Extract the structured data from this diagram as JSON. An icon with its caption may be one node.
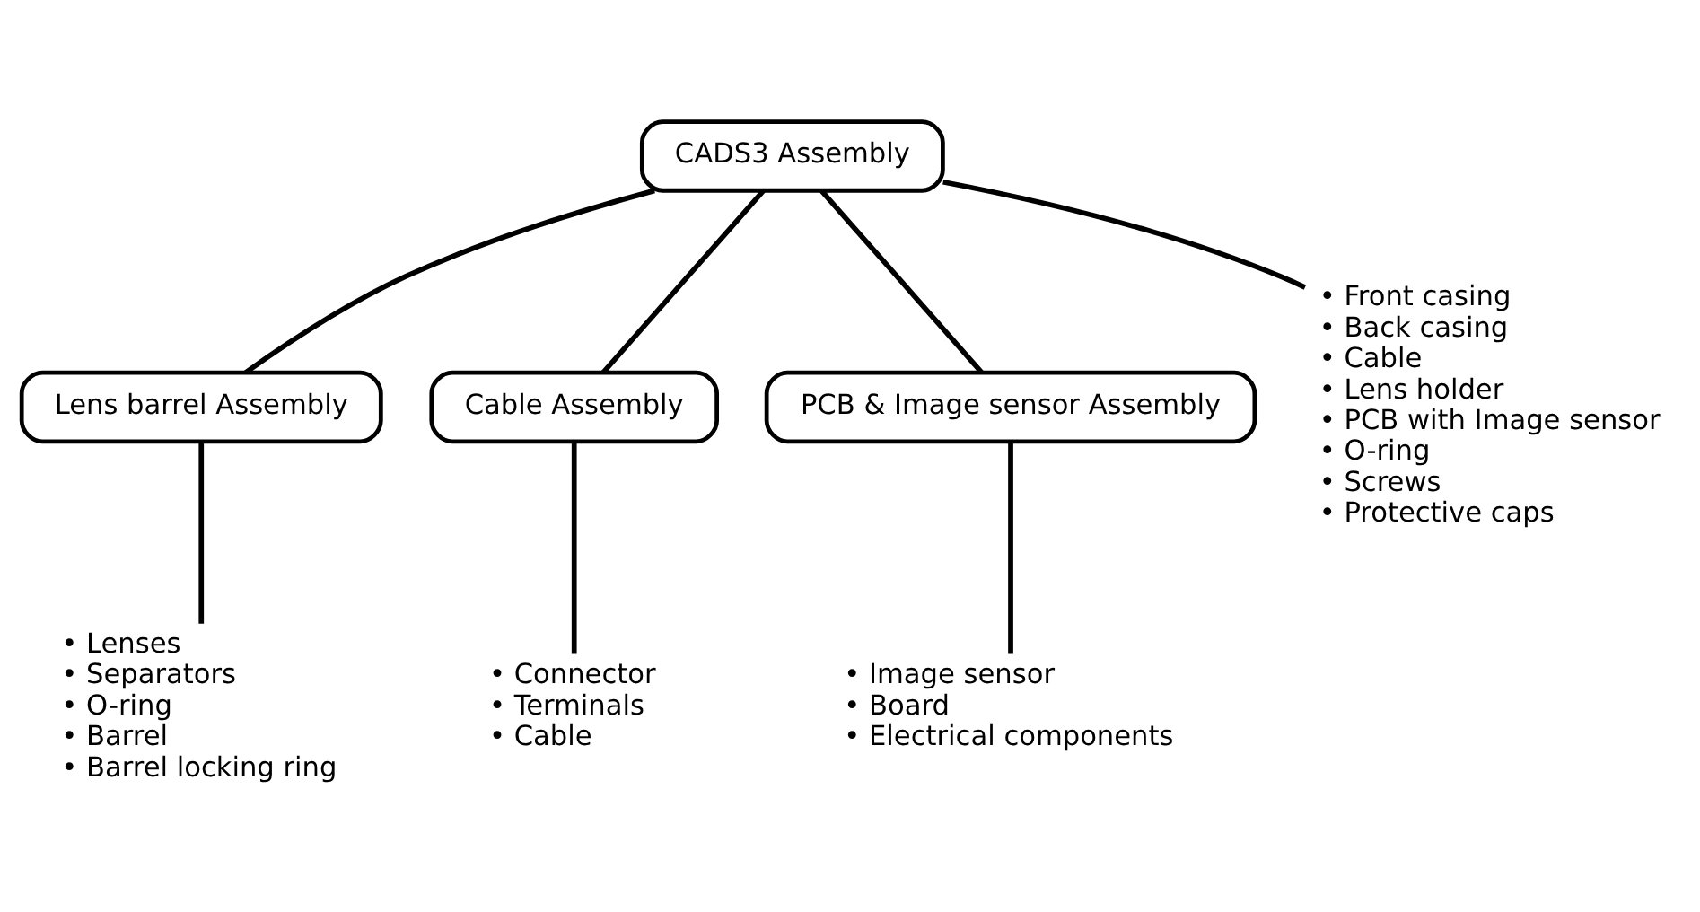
{
  "diagram": {
    "nodes": [
      {
        "text": [
          "CADS3 Assembly"
        ]
      },
      {
        "text": [
          "Lens barrel Assembly"
        ]
      },
      {
        "text": [
          "Cable Assembly"
        ]
      },
      {
        "text": [
          "PCB & Image sensor Assembly"
        ]
      },
      {
        "text": [
          "• Front casing",
          "• Back casing",
          "• Cable",
          "• Lens holder",
          "• PCB with Image sensor",
          "• O-ring",
          "• Screws",
          "• Protective caps"
        ]
      },
      {
        "text": [
          "• Lenses",
          "• Separators",
          "• O-ring",
          "• Barrel",
          "• Barrel locking ring"
        ]
      },
      {
        "text": [
          "• Connector",
          "• Terminals",
          "• Cable"
        ]
      },
      {
        "text": [
          "• Image sensor",
          "• Board",
          "• Electrical components"
        ]
      }
    ],
    "edges": [
      {
        "from": 0,
        "to": 1,
        "arrow": "none"
      },
      {
        "from": 0,
        "to": 2,
        "arrow": "none"
      },
      {
        "from": 0,
        "to": 3,
        "arrow": "none"
      },
      {
        "from": 0,
        "to": 4,
        "arrow": "none"
      },
      {
        "from": 1,
        "to": 5,
        "arrow": "none"
      },
      {
        "from": 2,
        "to": 6,
        "arrow": "none"
      },
      {
        "from": 3,
        "to": 7,
        "arrow": "none"
      }
    ]
  }
}
